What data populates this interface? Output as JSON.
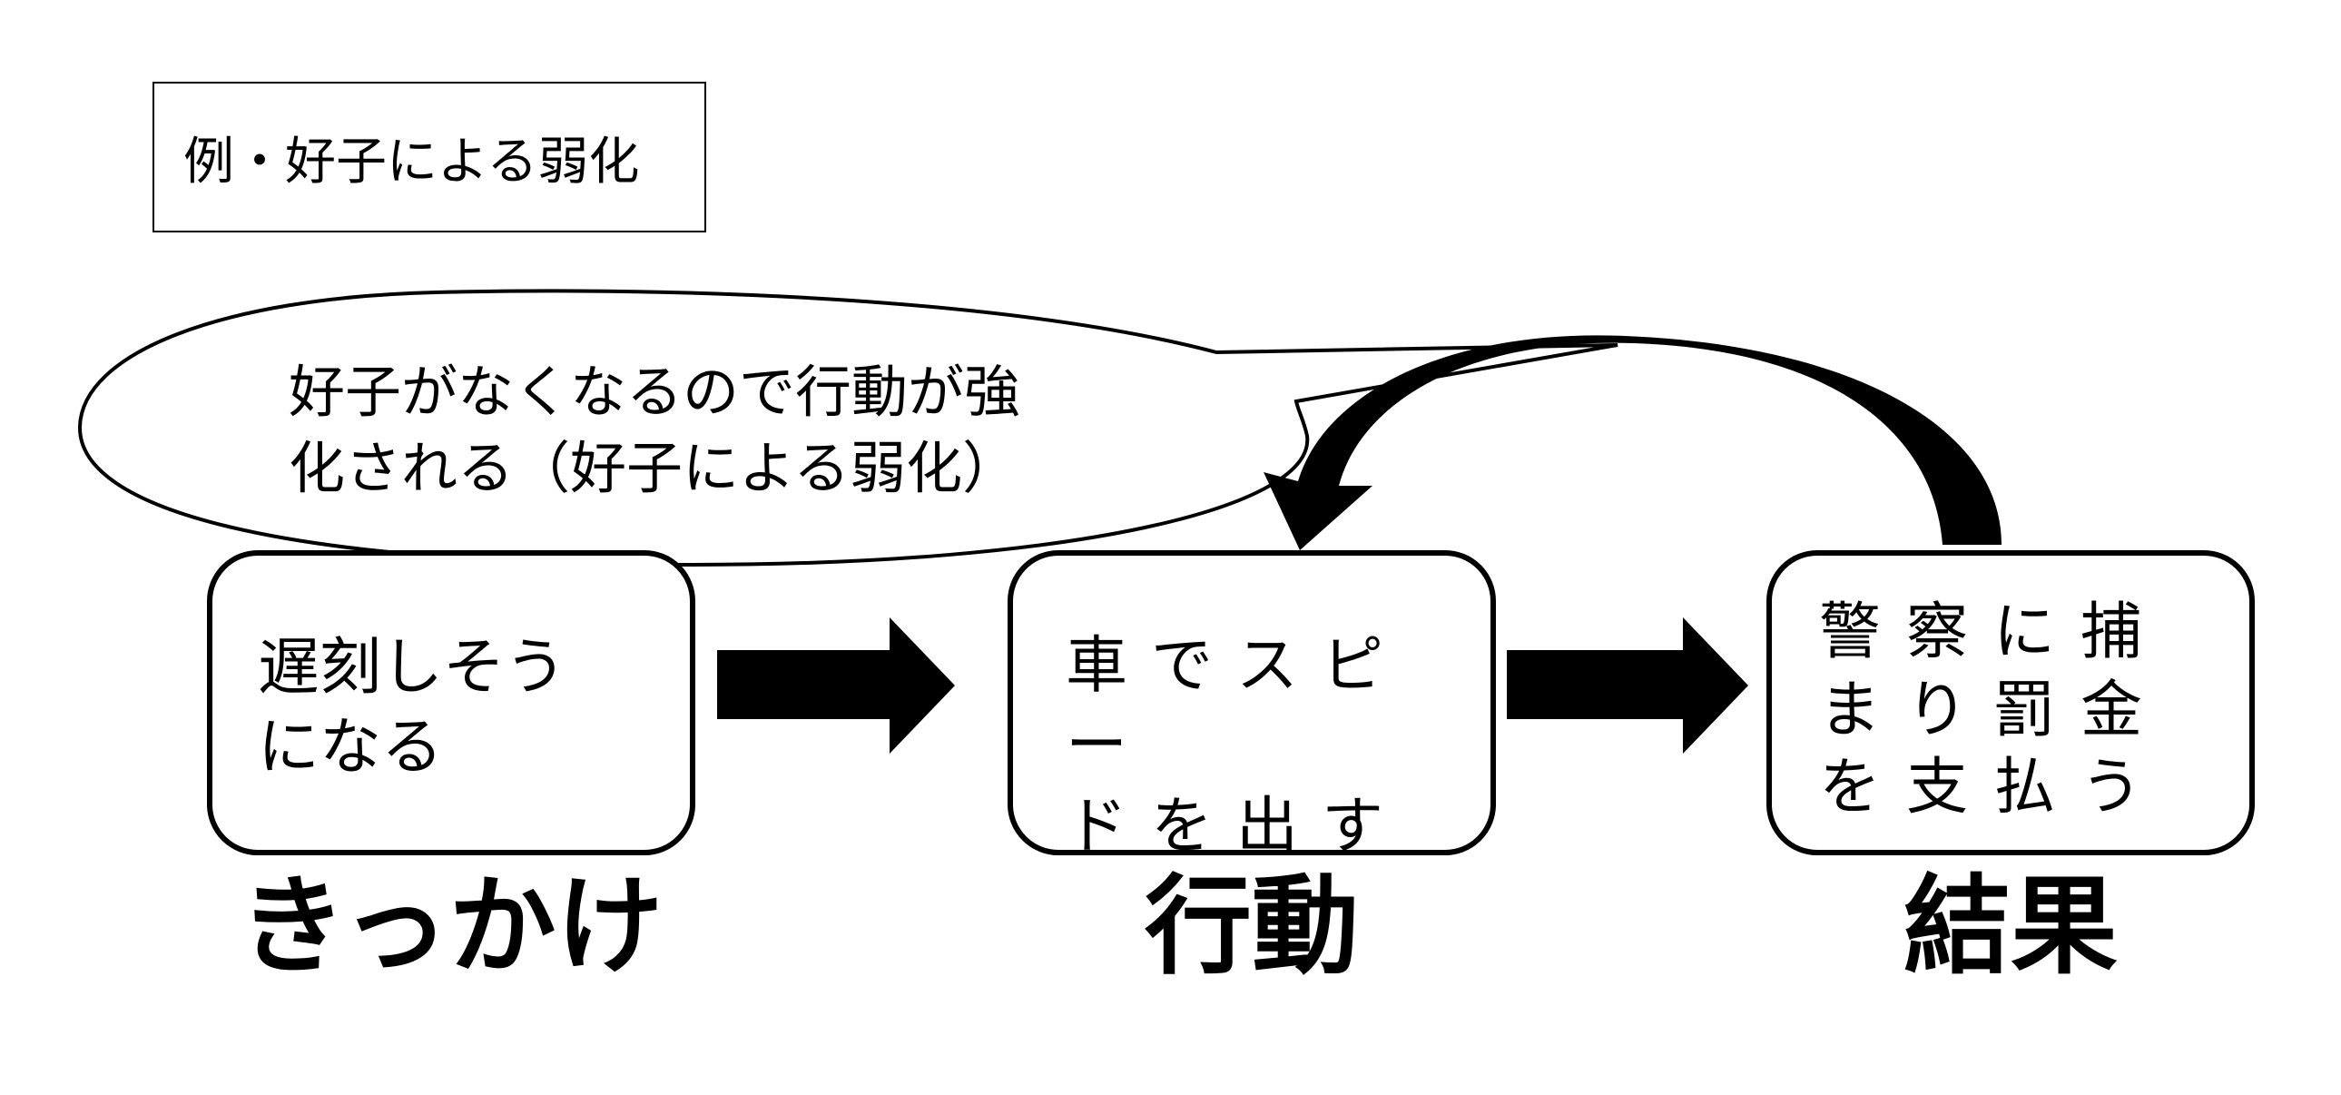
{
  "title": "例・好子による弱化",
  "bubble": {
    "text": "好子がなくなるので行動が強\n化される（好子による弱化）"
  },
  "boxes": {
    "kikkake": {
      "text": "遅刻しそう\nになる"
    },
    "koudou": {
      "text": "車でスピー\nドを出す"
    },
    "kekka": {
      "text": "警察に捕まり罰金を支払う"
    }
  },
  "labels": {
    "kikkake": "きっかけ",
    "koudou": "行動",
    "kekka": "結果"
  }
}
